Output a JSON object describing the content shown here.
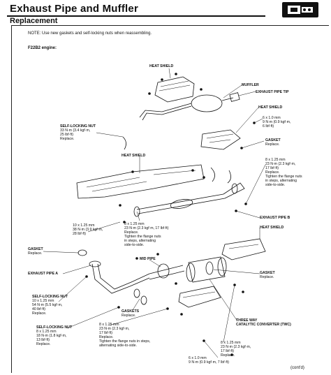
{
  "header": {
    "title": "Exhaust Pipe and Muffler",
    "subtitle": "Replacement",
    "note": "NOTE:  Use new gaskets and self-locking nuts when reassembling.",
    "engine": "F22B2 engine:"
  },
  "labels": {
    "heat_shield_top": "HEAT SHIELD",
    "muffler": "MUFFLER",
    "exhaust_pipe_tip": "EXHAUST PIPE TIP",
    "heat_shield_right": "HEAT SHIELD",
    "nut_6x1_top": [
      "6 x 1.0 mm",
      "9 N·m (0.9 kgf·m,",
      "6 lbf·ft)"
    ],
    "self_locking_nut_33": [
      "SELF-LOCKING NUT",
      "33 N·m (3.4 kgf·m,",
      "25 lbf·ft)",
      "Replace."
    ],
    "gasket_top": [
      "GASKET",
      "Replace."
    ],
    "heat_shield_mid": "HEAT SHIELD",
    "flange_8x125_right": [
      "8 x 1.25 mm",
      "23 N·m (2.3 kgf·m,",
      "17 lbf·ft)",
      "Replace.",
      "Tighten the flange nuts",
      "in steps, alternating",
      "side-to-side."
    ],
    "exhaust_pipe_b": "EXHAUST PIPE B",
    "nut_10x125": [
      "10 x 1.25 mm",
      "38 N·m (3.9 kgf·m,",
      "28 lbf·ft)"
    ],
    "flange_8x125_mid": [
      "8 x 1.25 mm",
      "23 N·m (2.3 kgf m, 17 lbf·ft)",
      "Replace.",
      "Tighten the flange nuts",
      "in steps, alternating",
      "side-to-side."
    ],
    "heat_shield_lower_right": "HEAT SHIELD",
    "gasket_left": [
      "GASKET",
      "Replace."
    ],
    "mid_pipe": "MID PIPE",
    "exhaust_pipe_a": "EXHAUST PIPE A",
    "gasket_right": [
      "GASKET",
      "Replace."
    ],
    "self_locking_nut_54": [
      "SELF-LOCKING NUT",
      "10 x 1.25 mm",
      "54 N·m (5.5 kgf·m,",
      "40 lbf·ft)",
      "Replace."
    ],
    "gaskets": [
      "GASKETS",
      "Replace."
    ],
    "self_locking_nut_18": [
      "SELF-LOCKING NUT",
      "8 x 1.25 mm",
      "18 N·m (1.8 kgf·m,",
      "13 lbf·ft)",
      "Replace."
    ],
    "flange_8x125_bottom": [
      "8 x 1.25 mm",
      "23 N·m (2.3 kgf·m,",
      "17 lbf·ft)",
      "Replace.",
      "Tighten the flange nuts in steps,",
      "alternating side-to-side."
    ],
    "twc": [
      "THREE WAY",
      "CATALYTIC CONVERTER (TWC)"
    ],
    "flange_8x125_lower_right": [
      "8 x 1.25 mm",
      "23 N·m (2.3 kgf·m,",
      "17 lbf·ft)",
      "Replace."
    ],
    "nut_6x1_bottom": [
      "6 x 1.0 mm",
      "9 N·m (0.9 kgf·m, 7 lbf·ft)"
    ]
  },
  "footer": {
    "continued": "(cont'd)"
  }
}
